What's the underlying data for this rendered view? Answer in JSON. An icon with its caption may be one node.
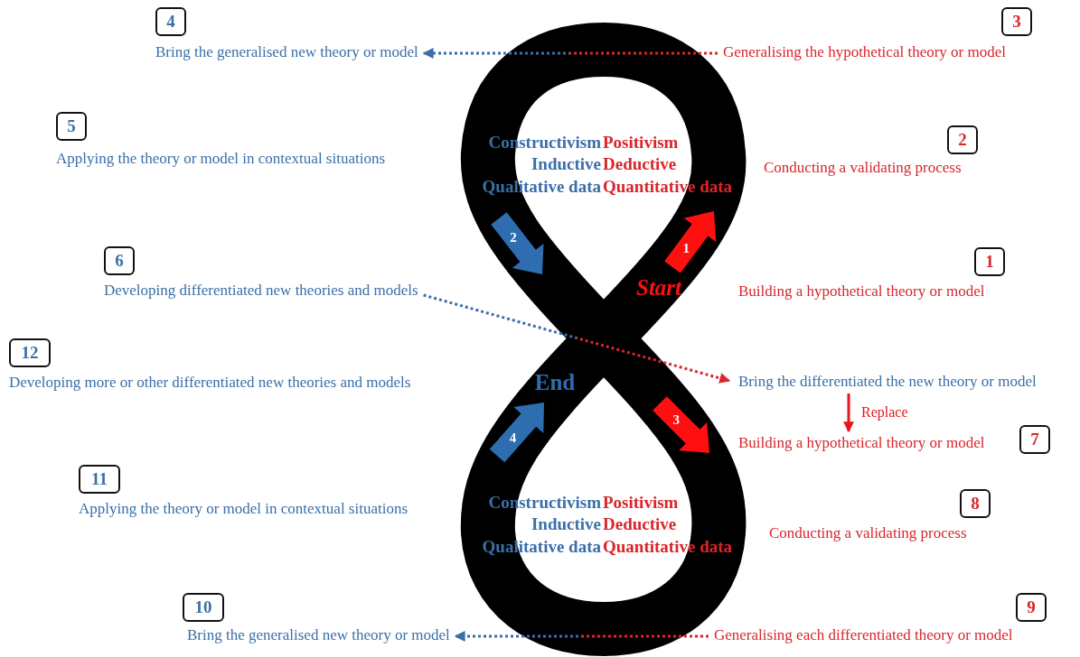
{
  "diagram": {
    "nodes": [
      {
        "text": [
          "4"
        ]
      },
      {
        "text": [
          "3"
        ]
      },
      {
        "text": [
          "Bring the generalised new theory or model"
        ]
      },
      {
        "text": [
          "Generalising the hypothetical theory or model"
        ]
      },
      {
        "text": [
          "5"
        ]
      },
      {
        "text": [
          "Applying the theory or model in contextual situations"
        ]
      },
      {
        "text": [
          "2"
        ]
      },
      {
        "text": [
          "Conducting a validating process"
        ]
      },
      {
        "text": [
          "6"
        ]
      },
      {
        "text": [
          "1"
        ]
      },
      {
        "text": [
          "Developing differentiated new theories and models"
        ]
      },
      {
        "text": [
          "Building a hypothetical theory or model"
        ]
      },
      {
        "text": [
          "12"
        ]
      },
      {
        "text": [
          "Developing more or other differentiated new theories and models"
        ]
      },
      {
        "text": [
          "Bring the differentiated the new theory or model"
        ]
      },
      {
        "text": [
          "Building a hypothetical theory or model"
        ]
      },
      {
        "text": [
          "7"
        ]
      },
      {
        "text": [
          "11"
        ]
      },
      {
        "text": [
          "Applying the theory or model in contextual situations"
        ]
      },
      {
        "text": [
          "8"
        ]
      },
      {
        "text": [
          "Conducting a validating process"
        ]
      },
      {
        "text": [
          "10"
        ]
      },
      {
        "text": [
          "9"
        ]
      },
      {
        "text": [
          "Bring the generalised new theory or model"
        ]
      },
      {
        "text": [
          "Generalising each differentiated theory or model"
        ]
      }
    ],
    "edges": [
      {
        "from": 3,
        "to": 2,
        "arrow": "to",
        "style": "dashed"
      },
      {
        "from": 10,
        "to": 14,
        "arrow": "to",
        "style": "dashed"
      },
      {
        "from": 14,
        "to": 15,
        "arrow": "to",
        "label": "Replace",
        "color": "#e8141b"
      },
      {
        "from": 24,
        "to": 23,
        "arrow": "to",
        "style": "dashed"
      }
    ],
    "labels": [
      "Constructivism",
      "Positivism",
      "Inductive",
      "Deductive",
      "Qualitative data",
      "Quantitative data",
      "2",
      "1",
      "Start",
      "End",
      "3",
      "4",
      "Constructivism",
      "Positivism",
      "Inductive",
      "Deductive",
      "Qualitative data",
      "Quantitative data"
    ]
  }
}
